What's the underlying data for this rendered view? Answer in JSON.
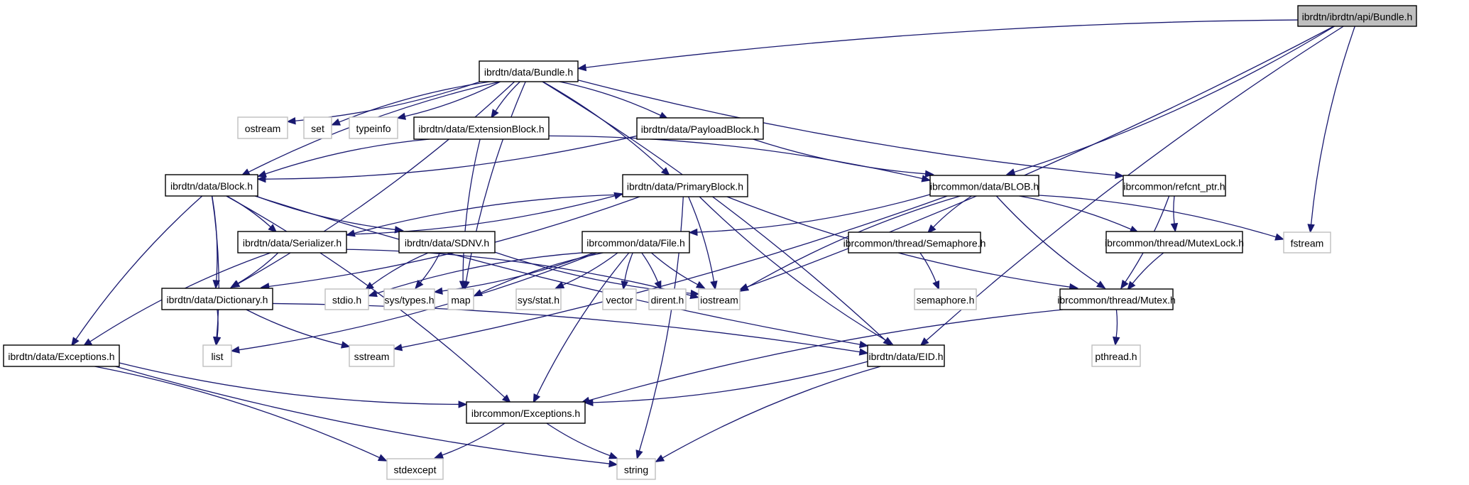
{
  "diagram": {
    "title": "Include dependency graph for ibrdtn/ibrdtn/api/Bundle.h",
    "colors": {
      "edge": "#191970",
      "root_fill": "#bfbfbf",
      "internal_border": "#000000",
      "external_border": "#bfbfbf"
    },
    "nodes": [
      {
        "id": "api_bundle",
        "label": "ibrdtn/ibrdtn/api/Bundle.h",
        "kind": "root"
      },
      {
        "id": "bundle",
        "label": "ibrdtn/data/Bundle.h",
        "kind": "internal"
      },
      {
        "id": "ostream",
        "label": "ostream",
        "kind": "external"
      },
      {
        "id": "set",
        "label": "set",
        "kind": "external"
      },
      {
        "id": "typeinfo",
        "label": "typeinfo",
        "kind": "external"
      },
      {
        "id": "extblock",
        "label": "ibrdtn/data/ExtensionBlock.h",
        "kind": "internal"
      },
      {
        "id": "payload",
        "label": "ibrdtn/data/PayloadBlock.h",
        "kind": "internal"
      },
      {
        "id": "block",
        "label": "ibrdtn/data/Block.h",
        "kind": "internal"
      },
      {
        "id": "primary",
        "label": "ibrdtn/data/PrimaryBlock.h",
        "kind": "internal"
      },
      {
        "id": "blob",
        "label": "ibrcommon/data/BLOB.h",
        "kind": "internal"
      },
      {
        "id": "refcnt",
        "label": "ibrcommon/refcnt_ptr.h",
        "kind": "internal"
      },
      {
        "id": "serializer",
        "label": "ibrdtn/data/Serializer.h",
        "kind": "internal"
      },
      {
        "id": "sdnv",
        "label": "ibrdtn/data/SDNV.h",
        "kind": "internal"
      },
      {
        "id": "file",
        "label": "ibrcommon/data/File.h",
        "kind": "internal"
      },
      {
        "id": "semaphore",
        "label": "ibrcommon/thread/Semaphore.h",
        "kind": "internal"
      },
      {
        "id": "mutexlock",
        "label": "ibrcommon/thread/MutexLock.h",
        "kind": "internal"
      },
      {
        "id": "fstream",
        "label": "fstream",
        "kind": "external"
      },
      {
        "id": "dictionary",
        "label": "ibrdtn/data/Dictionary.h",
        "kind": "internal"
      },
      {
        "id": "stdio",
        "label": "stdio.h",
        "kind": "external"
      },
      {
        "id": "systypes",
        "label": "sys/types.h",
        "kind": "external"
      },
      {
        "id": "map",
        "label": "map",
        "kind": "external"
      },
      {
        "id": "sysstat",
        "label": "sys/stat.h",
        "kind": "external"
      },
      {
        "id": "vector",
        "label": "vector",
        "kind": "external"
      },
      {
        "id": "dirent",
        "label": "dirent.h",
        "kind": "external"
      },
      {
        "id": "iostream",
        "label": "iostream",
        "kind": "external"
      },
      {
        "id": "semaphore_h",
        "label": "semaphore.h",
        "kind": "external"
      },
      {
        "id": "mutex",
        "label": "ibrcommon/thread/Mutex.h",
        "kind": "internal"
      },
      {
        "id": "dtnexceptions",
        "label": "ibrdtn/data/Exceptions.h",
        "kind": "internal"
      },
      {
        "id": "list",
        "label": "list",
        "kind": "external"
      },
      {
        "id": "sstream",
        "label": "sstream",
        "kind": "external"
      },
      {
        "id": "eid",
        "label": "ibrdtn/data/EID.h",
        "kind": "internal"
      },
      {
        "id": "pthread",
        "label": "pthread.h",
        "kind": "external"
      },
      {
        "id": "commonexceptions",
        "label": "ibrcommon/Exceptions.h",
        "kind": "internal"
      },
      {
        "id": "stdexcept",
        "label": "stdexcept",
        "kind": "external"
      },
      {
        "id": "string",
        "label": "string",
        "kind": "external"
      }
    ],
    "edges": [
      [
        "api_bundle",
        "bundle"
      ],
      [
        "api_bundle",
        "blob"
      ],
      [
        "api_bundle",
        "fstream"
      ],
      [
        "api_bundle",
        "iostream"
      ],
      [
        "api_bundle",
        "eid"
      ],
      [
        "bundle",
        "ostream"
      ],
      [
        "bundle",
        "set"
      ],
      [
        "bundle",
        "typeinfo"
      ],
      [
        "bundle",
        "extblock"
      ],
      [
        "bundle",
        "payload"
      ],
      [
        "bundle",
        "block"
      ],
      [
        "bundle",
        "primary"
      ],
      [
        "bundle",
        "refcnt"
      ],
      [
        "bundle",
        "dictionary"
      ],
      [
        "bundle",
        "map"
      ],
      [
        "bundle",
        "eid"
      ],
      [
        "extblock",
        "block"
      ],
      [
        "extblock",
        "blob"
      ],
      [
        "extblock",
        "map"
      ],
      [
        "payload",
        "block"
      ],
      [
        "payload",
        "blob"
      ],
      [
        "block",
        "serializer"
      ],
      [
        "block",
        "sdnv"
      ],
      [
        "block",
        "dictionary"
      ],
      [
        "block",
        "dtnexceptions"
      ],
      [
        "block",
        "list"
      ],
      [
        "block",
        "eid"
      ],
      [
        "block",
        "commonexceptions"
      ],
      [
        "primary",
        "serializer"
      ],
      [
        "primary",
        "dictionary"
      ],
      [
        "primary",
        "eid"
      ],
      [
        "primary",
        "iostream"
      ],
      [
        "primary",
        "mutex"
      ],
      [
        "primary",
        "string"
      ],
      [
        "serializer",
        "primary"
      ],
      [
        "serializer",
        "dictionary"
      ],
      [
        "serializer",
        "dtnexceptions"
      ],
      [
        "serializer",
        "iostream"
      ],
      [
        "sdnv",
        "stdio"
      ],
      [
        "sdnv",
        "systypes"
      ],
      [
        "sdnv",
        "iostream"
      ],
      [
        "blob",
        "file"
      ],
      [
        "blob",
        "semaphore"
      ],
      [
        "blob",
        "mutexlock"
      ],
      [
        "blob",
        "mutex"
      ],
      [
        "blob",
        "fstream"
      ],
      [
        "blob",
        "iostream"
      ],
      [
        "blob",
        "sstream"
      ],
      [
        "refcnt",
        "mutexlock"
      ],
      [
        "refcnt",
        "mutex"
      ],
      [
        "file",
        "stdio"
      ],
      [
        "file",
        "systypes"
      ],
      [
        "file",
        "map"
      ],
      [
        "file",
        "sysstat"
      ],
      [
        "file",
        "vector"
      ],
      [
        "file",
        "dirent"
      ],
      [
        "file",
        "iostream"
      ],
      [
        "file",
        "list"
      ],
      [
        "file",
        "commonexceptions"
      ],
      [
        "semaphore",
        "semaphore_h"
      ],
      [
        "mutexlock",
        "mutex"
      ],
      [
        "mutex",
        "pthread"
      ],
      [
        "mutex",
        "commonexceptions"
      ],
      [
        "dictionary",
        "list"
      ],
      [
        "dictionary",
        "sstream"
      ],
      [
        "dictionary",
        "eid"
      ],
      [
        "dtnexceptions",
        "commonexceptions"
      ],
      [
        "dtnexceptions",
        "stdexcept"
      ],
      [
        "dtnexceptions",
        "string"
      ],
      [
        "eid",
        "commonexceptions"
      ],
      [
        "eid",
        "string"
      ],
      [
        "commonexceptions",
        "stdexcept"
      ],
      [
        "commonexceptions",
        "string"
      ]
    ]
  }
}
